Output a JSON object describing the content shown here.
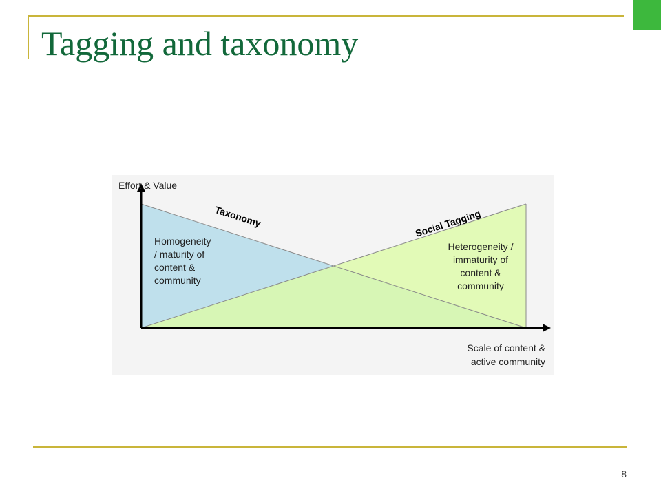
{
  "slide": {
    "title": "Tagging and taxonomy",
    "page_number": "8"
  },
  "diagram": {
    "y_axis_label": "Effort & Value",
    "x_axis_label_lines": [
      "Scale of content &",
      "active community"
    ],
    "taxonomy": {
      "label": "Taxonomy",
      "description_lines": [
        "Homogeneity",
        "/ maturity of",
        "content &",
        "community"
      ],
      "color": "#bfe0ec"
    },
    "social_tagging": {
      "label": "Social Tagging",
      "description_lines": [
        "Heterogeneity /",
        "immaturity of",
        "content &",
        "community"
      ],
      "color": "#ddfba8"
    }
  },
  "colors": {
    "title": "#12683a",
    "rule": "#c9b53a",
    "corner_square": "#3db83d",
    "diagram_background": "#f4f4f4"
  }
}
